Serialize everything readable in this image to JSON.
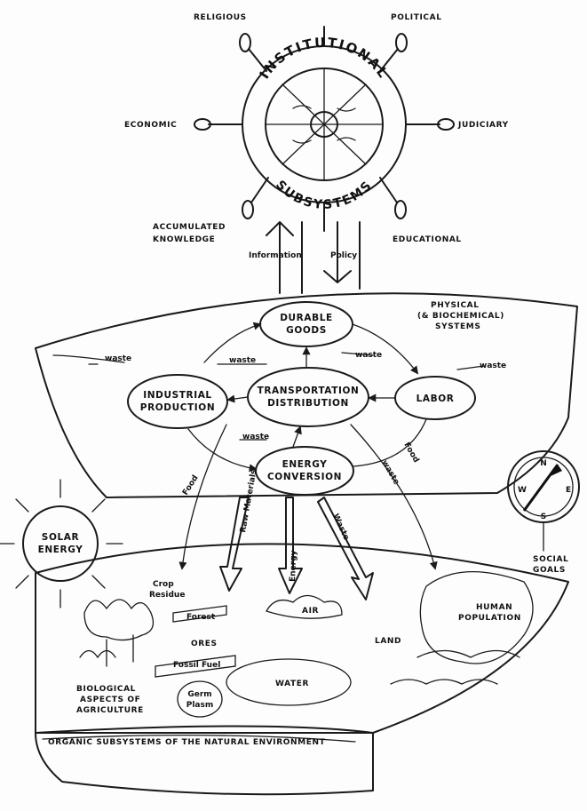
{
  "wheel": {
    "top_label": "INSTITUTIONAL",
    "bottom_label": "SUBSYSTEMS",
    "spokes": {
      "religious": "RELIGIOUS",
      "political": "POLITICAL",
      "economic": "ECONOMIC",
      "judiciary": "JUDICIARY",
      "knowledge_line1": "ACCUMULATED",
      "knowledge_line2": "KNOWLEDGE",
      "educational": "EDUCATIONAL"
    }
  },
  "links": {
    "information": "Information",
    "policy": "Policy"
  },
  "physical": {
    "label_line1": "PHYSICAL",
    "label_line2": "(& BIOCHEMICAL)",
    "label_line3": "SYSTEMS",
    "durable_line1": "DURABLE",
    "durable_line2": "GOODS",
    "industrial_line1": "INDUSTRIAL",
    "industrial_line2": "PRODUCTION",
    "transport_line1": "TRANSPORTATION",
    "transport_line2": "DISTRIBUTION",
    "labor": "LABOR",
    "energy_line1": "ENERGY",
    "energy_line2": "CONVERSION",
    "waste": "waste",
    "food": "Food"
  },
  "natural": {
    "solar_line1": "SOLAR",
    "solar_line2": "ENERGY",
    "crop_line1": "Crop",
    "crop_line2": "Residue",
    "forest": "Forest",
    "ores": "ORES",
    "fossil_fuel": "Fossil Fuel",
    "air": "AIR",
    "land": "LAND",
    "water": "WATER",
    "human_line1": "HUMAN",
    "human_line2": "POPULATION",
    "bio_line1": "BIOLOGICAL",
    "bio_line2": "ASPECTS OF",
    "bio_line3": "AGRICULTURE",
    "germ_line1": "Germ",
    "germ_line2": "Plasm",
    "raw_materials": "Raw Materials",
    "energy": "Energy",
    "waste": "Waste",
    "social_line1": "SOCIAL",
    "social_line2": "GOALS",
    "hull_label": "ORGANIC SUBSYSTEMS OF THE NATURAL ENVIRONMENT"
  },
  "compass": {
    "n": "N",
    "w": "W",
    "e": "E",
    "s": "S"
  }
}
